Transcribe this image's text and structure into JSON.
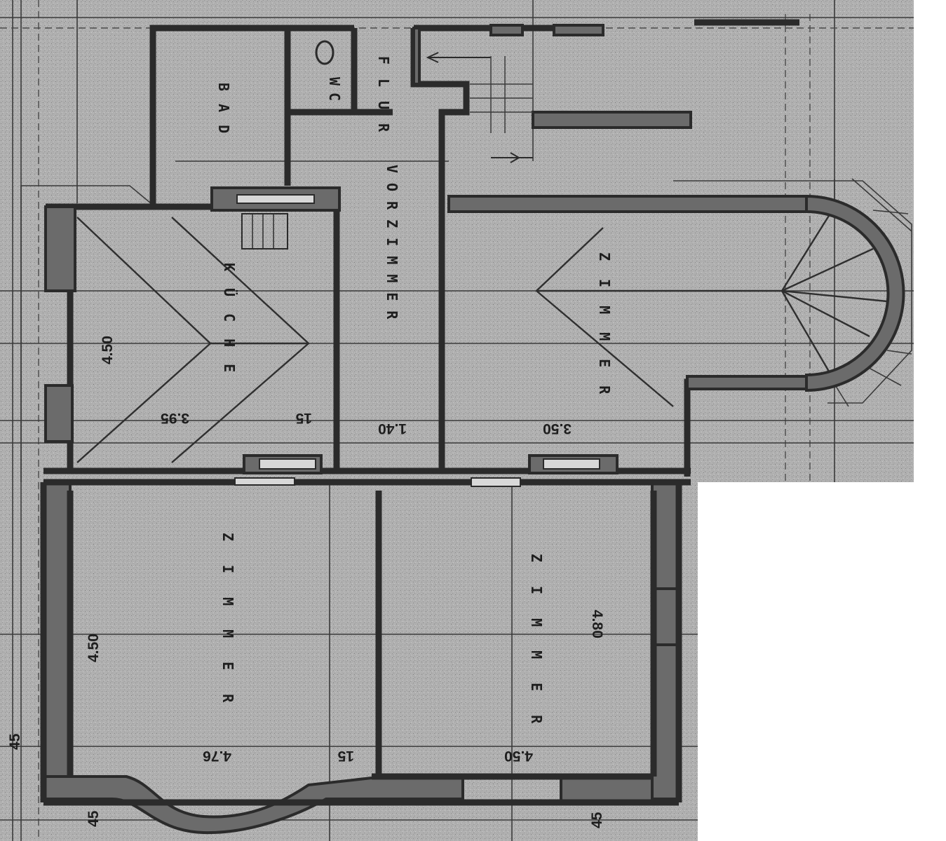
{
  "rooms": {
    "bad": "BAD",
    "wc": "WC",
    "flur": "FLUR",
    "kueche": "KÜCHE",
    "vorzimmer": "VORZIMMER",
    "zimmer_ne": "ZIMMER",
    "zimmer_sw": "ZIMMER",
    "zimmer_se": "ZIMMER"
  },
  "dimensions": {
    "kueche_width": "4.50",
    "kueche_depth": "3.95",
    "kueche_door": "15",
    "vorzimmer_width": "1.40",
    "zimmer_ne_depth": "3.50",
    "zimmer_sw_width": "4.50",
    "zimmer_sw_depth": "4.76",
    "zimmer_sw_door": "15",
    "zimmer_se_width": "4.80",
    "zimmer_se_depth": "4.50",
    "bottom_right": "45",
    "bottom_left": "45",
    "left_edge": "45"
  },
  "colors": {
    "paper": "#9a9a9a",
    "wall": "#2b2b2b",
    "fill": "#6b6b6b"
  }
}
